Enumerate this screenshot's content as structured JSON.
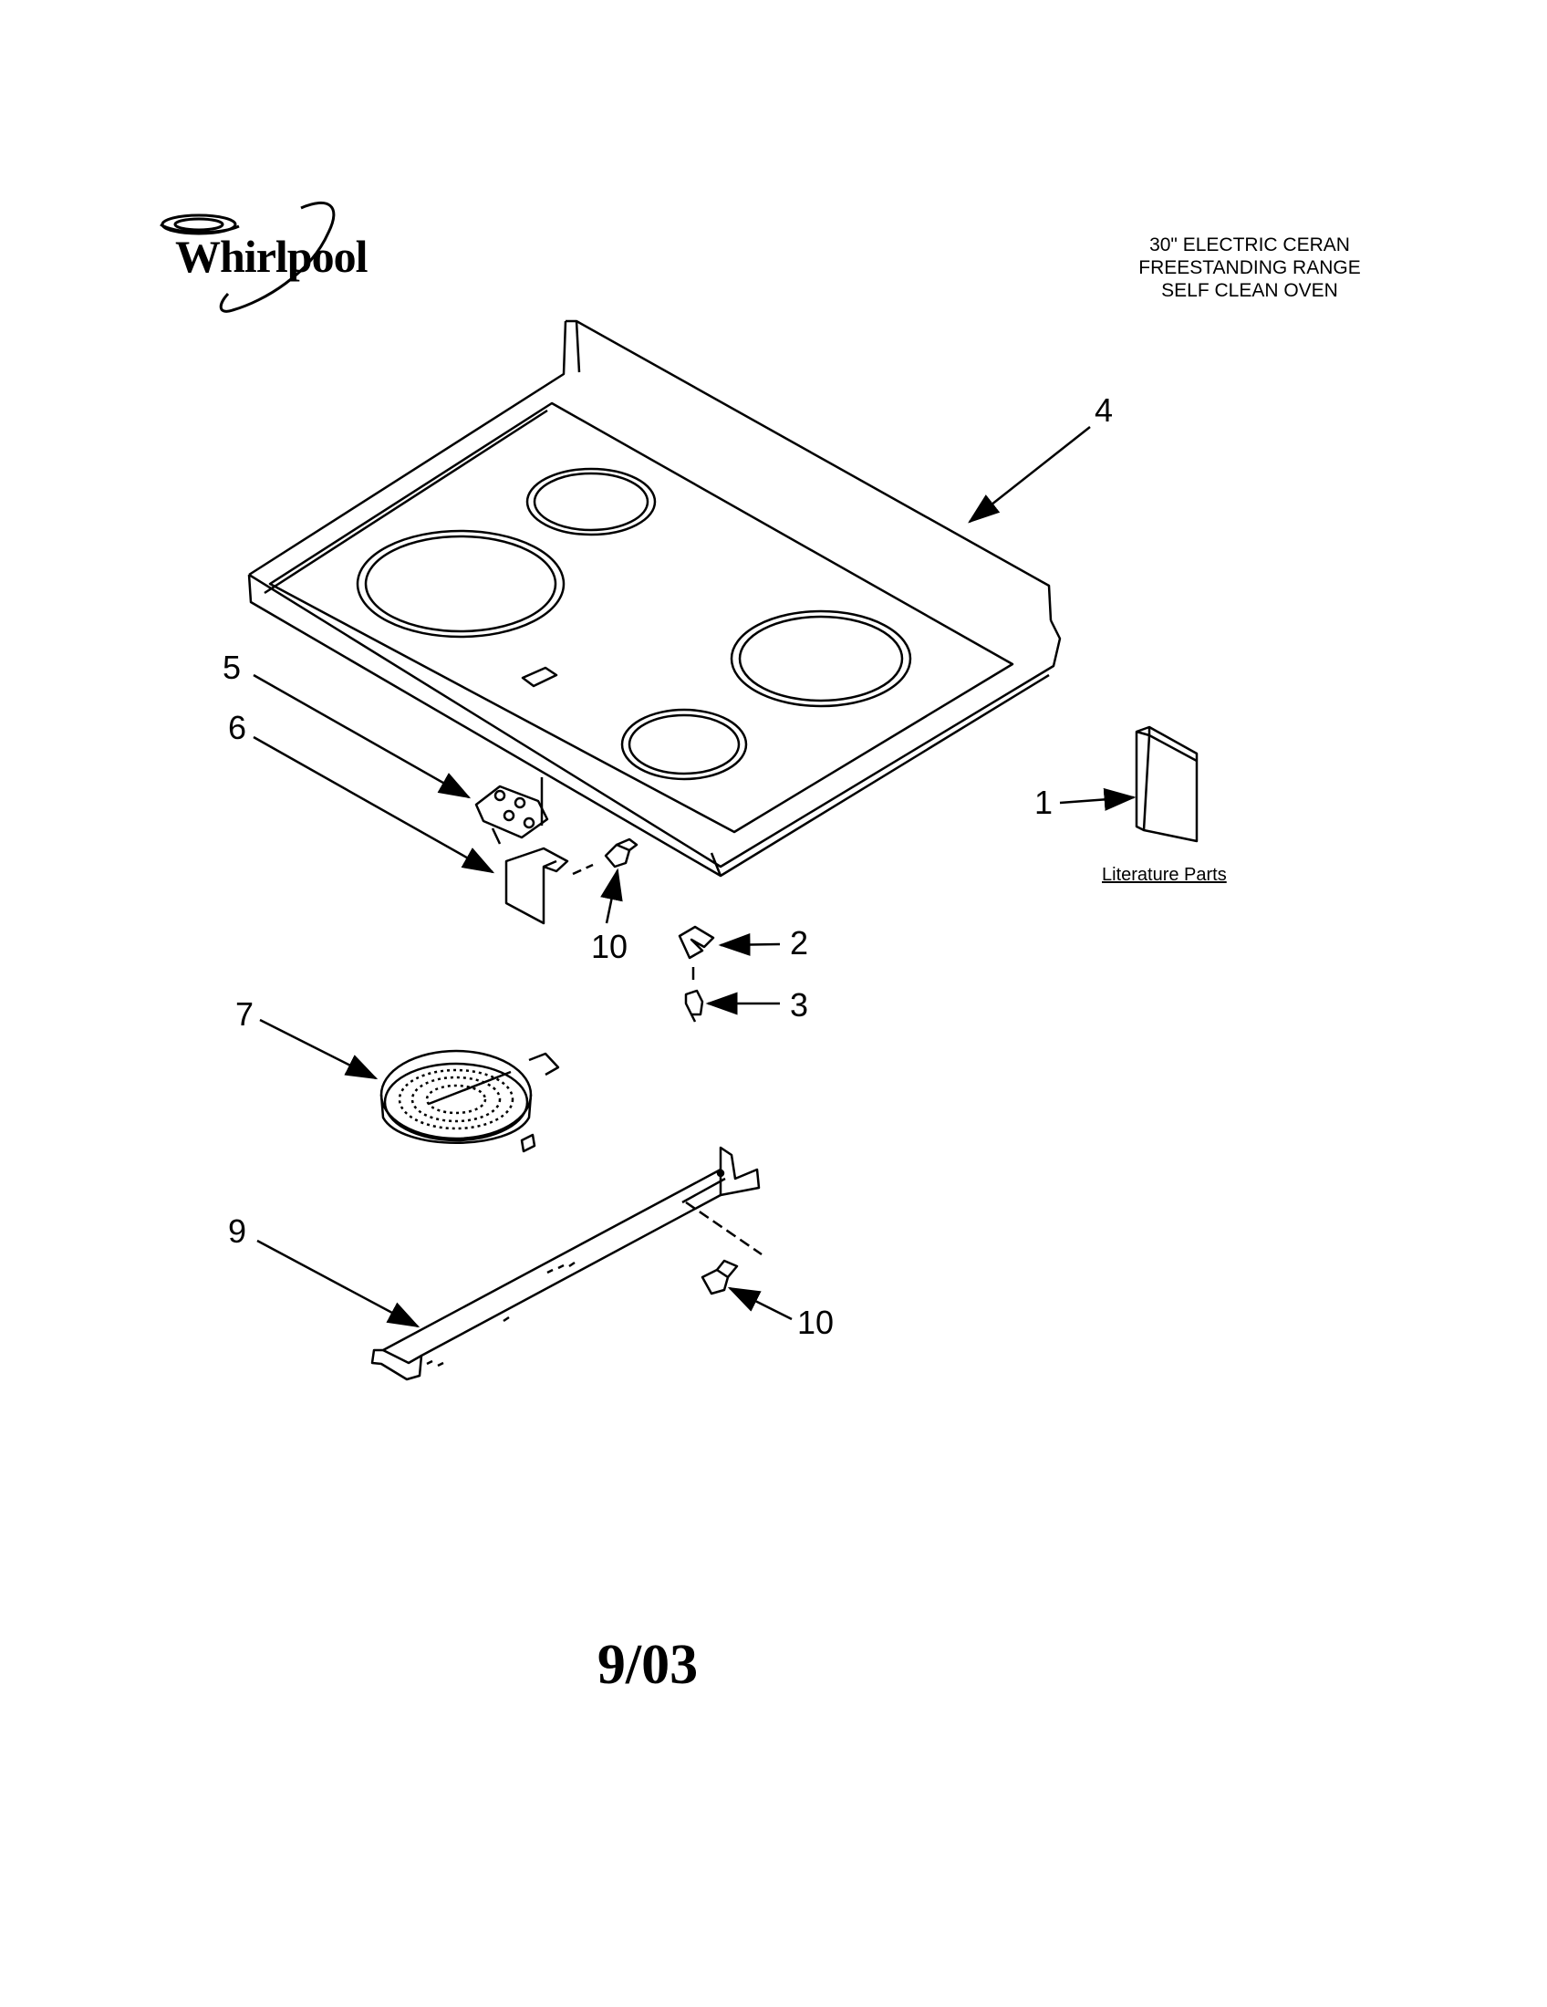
{
  "brand": {
    "name": "Whirlpool"
  },
  "title_lines": [
    "30\" ELECTRIC CERAN",
    "FREESTANDING RANGE",
    "SELF CLEAN OVEN"
  ],
  "literature_label": "Literature Parts",
  "date_code": "9/03",
  "callouts": {
    "c1": "1",
    "c2": "2",
    "c3": "3",
    "c4": "4",
    "c5": "5",
    "c6": "6",
    "c7": "7",
    "c9": "9",
    "c10a": "10",
    "c10b": "10"
  },
  "colors": {
    "line": "#000000",
    "background": "#ffffff"
  },
  "icons": [
    "whirlpool-swirl-logo"
  ]
}
